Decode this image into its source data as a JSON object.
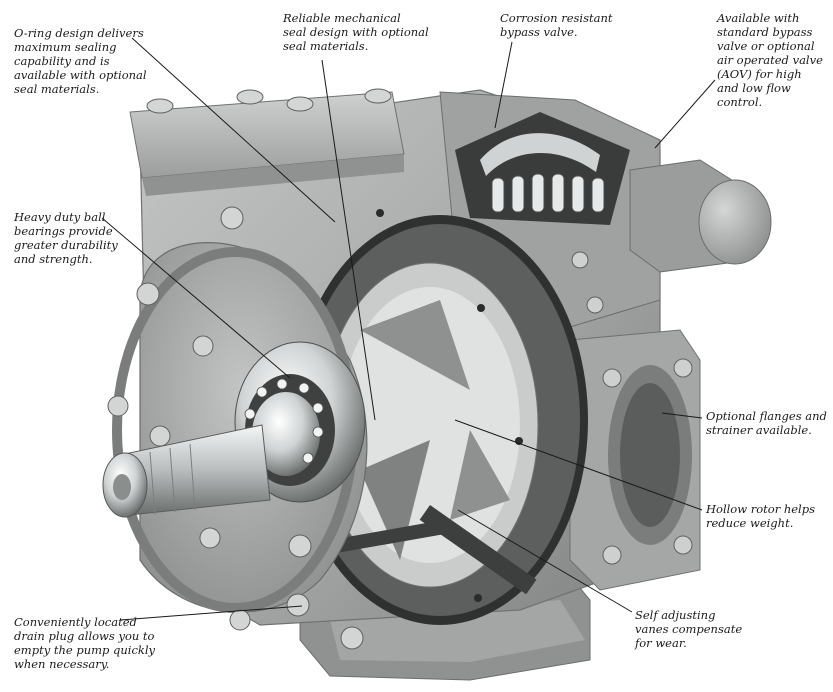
{
  "figure": {
    "subject": "cutaway-sliding-vane-pump",
    "colors": {
      "housing": "#a9abaa",
      "housing_dark": "#7d807f",
      "housing_light": "#c9cbca",
      "rotor": "#d6d8d7",
      "chrome": "#e9ecec",
      "shadow": "#3b3d3c",
      "leader": "#1a1a1a",
      "text": "#1a1a1a"
    }
  },
  "callouts": [
    {
      "id": "oring",
      "text": "O-ring design delivers\nmaximum sealing\ncapability and is\navailable with optional\nseal materials."
    },
    {
      "id": "mechseal",
      "text": "Reliable mechanical\nseal design with optional\nseal materials."
    },
    {
      "id": "bypass",
      "text": "Corrosion resistant\nbypass valve."
    },
    {
      "id": "aov",
      "text": "Available with\nstandard bypass\nvalve or optional\nair operated valve\n(AOV) for high\nand low flow\ncontrol."
    },
    {
      "id": "bearings",
      "text": "Heavy duty ball\nbearings provide\ngreater durability\nand strength."
    },
    {
      "id": "flanges",
      "text": "Optional flanges and\nstrainer available."
    },
    {
      "id": "rotor",
      "text": "Hollow rotor helps\nreduce weight."
    },
    {
      "id": "vanes",
      "text": "Self adjusting\nvanes compensate\nfor wear."
    },
    {
      "id": "drain",
      "text": "Conveniently located\ndrain plug allows you to\nempty the pump quickly\nwhen necessary."
    }
  ]
}
